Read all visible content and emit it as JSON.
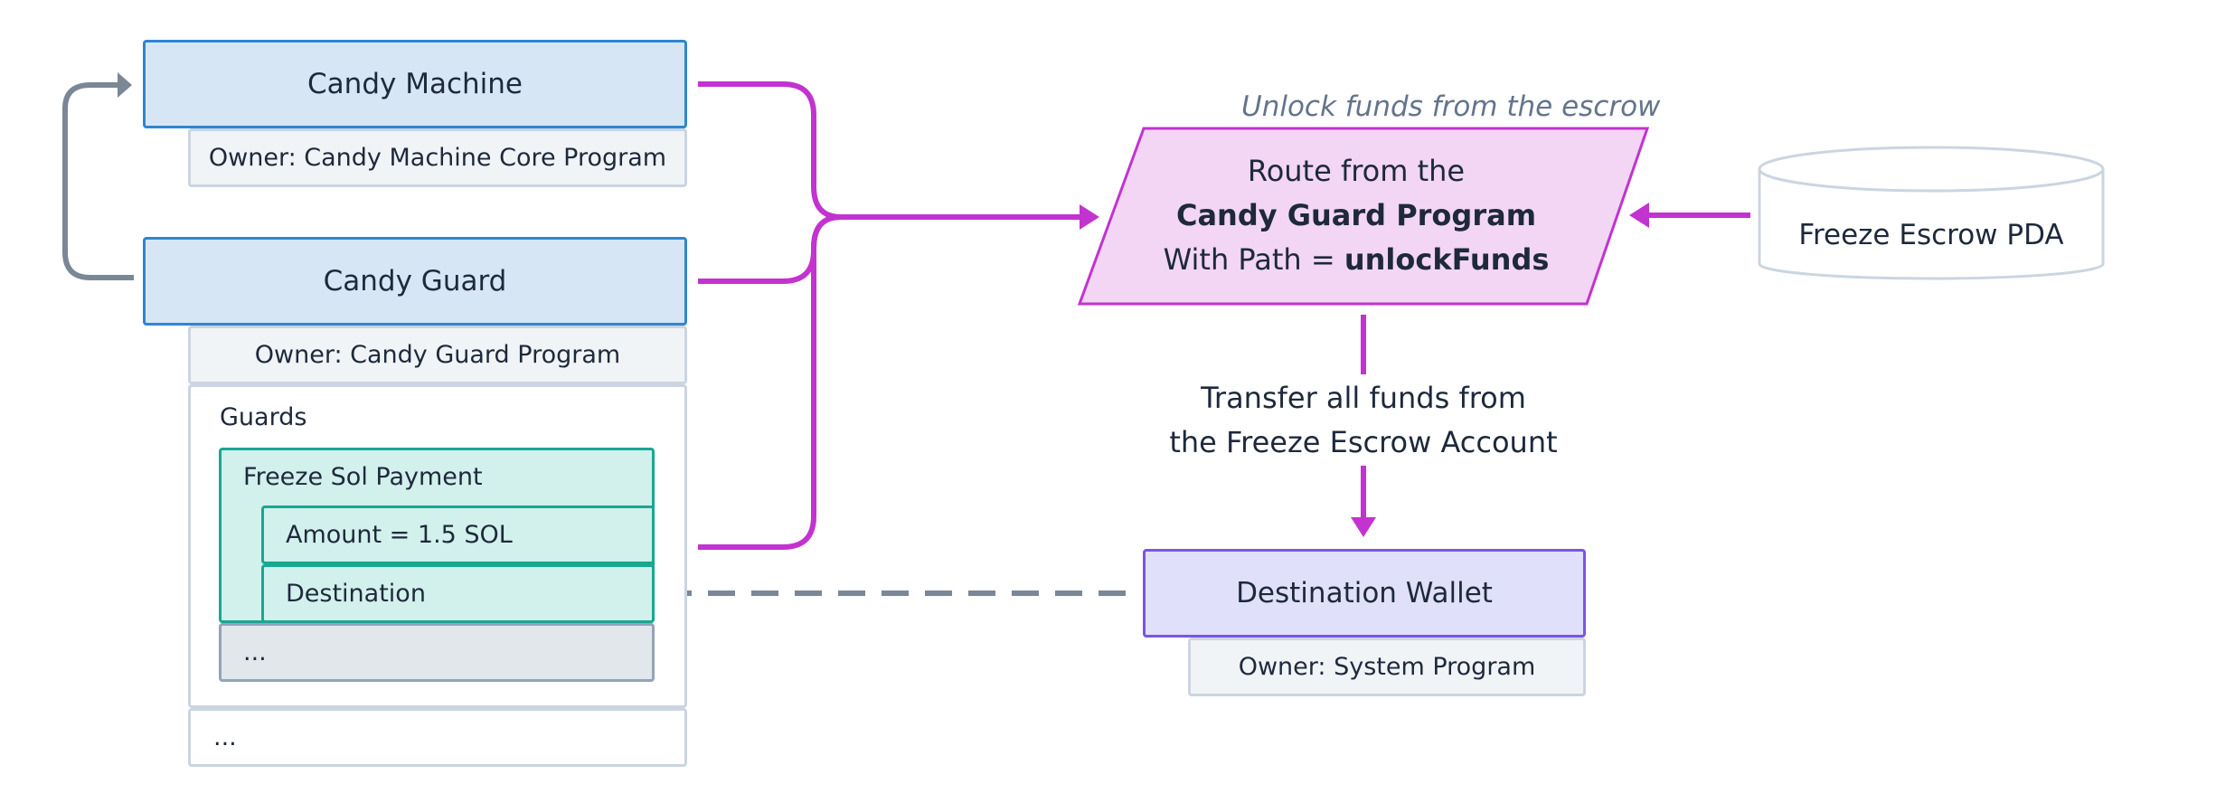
{
  "nodes": {
    "candy_machine": {
      "label": "Candy Machine",
      "owner": "Owner: Candy Machine Core Program"
    },
    "candy_guard": {
      "label": "Candy Guard",
      "owner": "Owner: Candy Guard Program"
    },
    "guards": {
      "title": "Guards",
      "freeze_sol_payment": "Freeze Sol Payment",
      "amount": "Amount = 1.5 SOL",
      "destination": "Destination",
      "more_guards": "...",
      "more": "..."
    },
    "route": {
      "line1": "Route from the",
      "line2": "Candy Guard Program",
      "line3_prefix": "With Path = ",
      "line3_value": "unlockFunds"
    },
    "freeze_escrow_pda": {
      "label": "Freeze Escrow PDA"
    },
    "destination_wallet": {
      "label": "Destination Wallet",
      "owner": "Owner: System Program"
    }
  },
  "annotations": {
    "unlock_note": "Unlock funds from the escrow",
    "transfer_line1": "Transfer all funds from",
    "transfer_line2": "the Freeze Escrow Account"
  },
  "colors": {
    "accent_magenta": "#c233cf",
    "connector_gray": "#7a8796",
    "candy_blue": "#2f86d1",
    "guard_teal": "#19a792",
    "wallet_purple": "#7b55e6",
    "route_fill": "#f2d6f4"
  }
}
